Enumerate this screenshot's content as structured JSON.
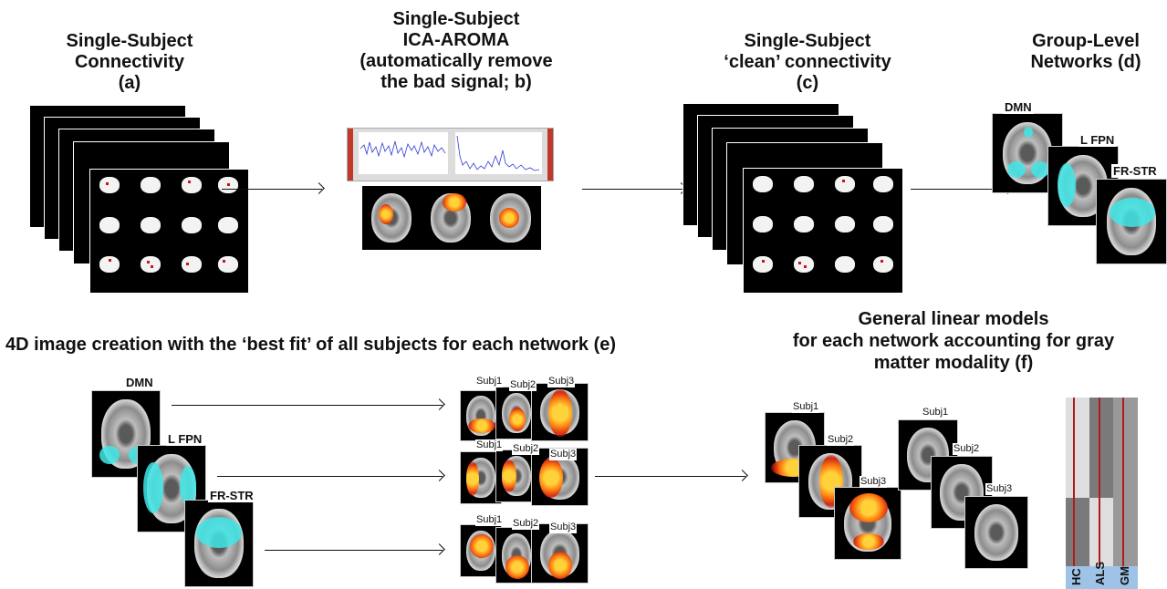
{
  "top_titles": {
    "a": "Single-Subject\nConnectivity\n(a)",
    "b": "Single-Subject\nICA-AROMA\n(automatically remove\nthe bad signal; b)",
    "c": "Single-Subject\n‘clean’ connectivity\n(c)",
    "d": "Group-Level\nNetworks (d)"
  },
  "networks": [
    "DMN",
    "L FPN",
    "FR-STR"
  ],
  "section_e_title": "4D image creation with the ‘best fit’ of all subjects for each network (e)",
  "section_f_title": "General linear models\nfor each network  accounting for gray\nmatter modality (f)",
  "subjects": [
    "Subj1",
    "Subj2",
    "Subj3"
  ],
  "design_matrix_labels": [
    "HC",
    "ALS",
    "GM"
  ],
  "colors": {
    "network_overlay": "#40e6e8",
    "activation": "#ff7a10",
    "connectivity_dots": "#c8141a",
    "signal_trace": "#2d3bd6",
    "design_header": "#9ec3e6"
  }
}
